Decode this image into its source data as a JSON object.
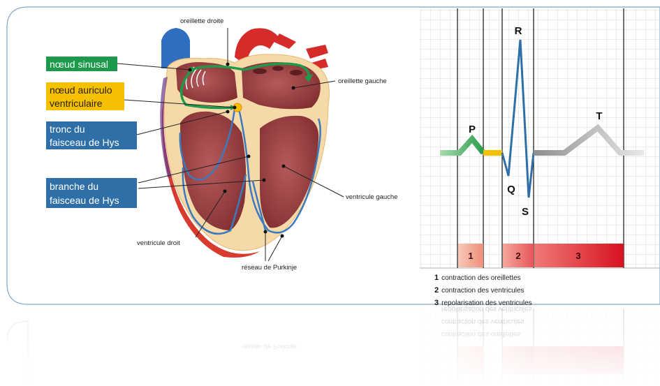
{
  "heart": {
    "labels": {
      "oreillette_droite": "oreillette droite",
      "oreillette_gauche": "oreillette gauche",
      "ventricule_gauche": "ventricule gauche",
      "ventricule_droit": "ventricule droit",
      "reseau_purkinje": "réseau de Purkinje"
    },
    "boxes": {
      "noeud_sinusal": {
        "text": "nœud sinusal",
        "color": "#1a9a4a"
      },
      "noeud_av": {
        "lines": [
          "nœud auriculo",
          "ventriculaire"
        ],
        "color": "#f5c000"
      },
      "tronc_hys": {
        "lines": [
          "tronc du",
          "faisceau de Hys"
        ],
        "color": "#2f6fa8"
      },
      "branche_hys": {
        "lines": [
          "branche du",
          "faisceau de Hys"
        ],
        "color": "#2f6fa8"
      }
    }
  },
  "ecg": {
    "waves": {
      "P": "P",
      "Q": "Q",
      "R": "R",
      "S": "S",
      "T": "T"
    },
    "bands": [
      "1",
      "2",
      "3"
    ],
    "legend": [
      {
        "num": "1",
        "text": "contraction des oreillettes"
      },
      {
        "num": "2",
        "text": "contraction des ventricules"
      },
      {
        "num": "3",
        "text": "repolarisation des ventricules"
      }
    ],
    "colors": {
      "p_wave": "#3aaa5a",
      "pr_segment": "#f5c000",
      "qrs": "#2f6fa8",
      "t_wave": "#aaaaaa"
    }
  }
}
